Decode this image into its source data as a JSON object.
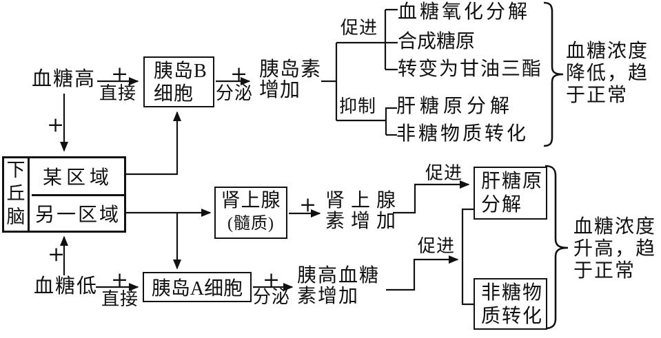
{
  "colors": {
    "background": "#ffffff",
    "ink": "#111111"
  },
  "nodes": {
    "blood_sugar_high": "血糖高",
    "blood_sugar_low": "血糖低",
    "islet_b_line1": "胰岛B",
    "islet_b_line2": "细胞",
    "islet_a": "胰岛A细胞",
    "insulin_line1": "胰岛素",
    "insulin_line2": "增加",
    "glucagon_line1": "胰高血糖",
    "glucagon_line2": "素增加",
    "adrenal_line1": "肾上腺",
    "adrenal_line2": "(髓质)",
    "adrenaline_line1": "肾上腺",
    "adrenaline_line2": "素增加",
    "hypothalamus_c1": "下",
    "hypothalamus_c2": "丘",
    "hypothalamus_c3": "脑",
    "region_some": "某区域",
    "region_other": "另一区域"
  },
  "effects": {
    "oxidation": "血糖氧化分解",
    "glycogen_synthesis": "合成糖原",
    "to_triglyceride": "转变为甘油三酯",
    "liver_glycogenolysis": "肝糖原分解",
    "non_sugar_conversion": "非糖物质转化",
    "liver_box_line1": "肝糖原",
    "liver_box_line2": "分解",
    "non_sugar_box_line1": "非糖物",
    "non_sugar_box_line2": "质转化"
  },
  "edge_labels": {
    "plus": "+",
    "direct": "直接",
    "secrete": "分泌",
    "promote": "促进",
    "inhibit": "抑制"
  },
  "outcomes": {
    "lower_line1": "血糖浓度",
    "lower_line2": "降低，趋",
    "lower_line3": "于正常",
    "raise_line1": "血糖浓度",
    "raise_line2": "升高，趋",
    "raise_line3": "于正常"
  }
}
